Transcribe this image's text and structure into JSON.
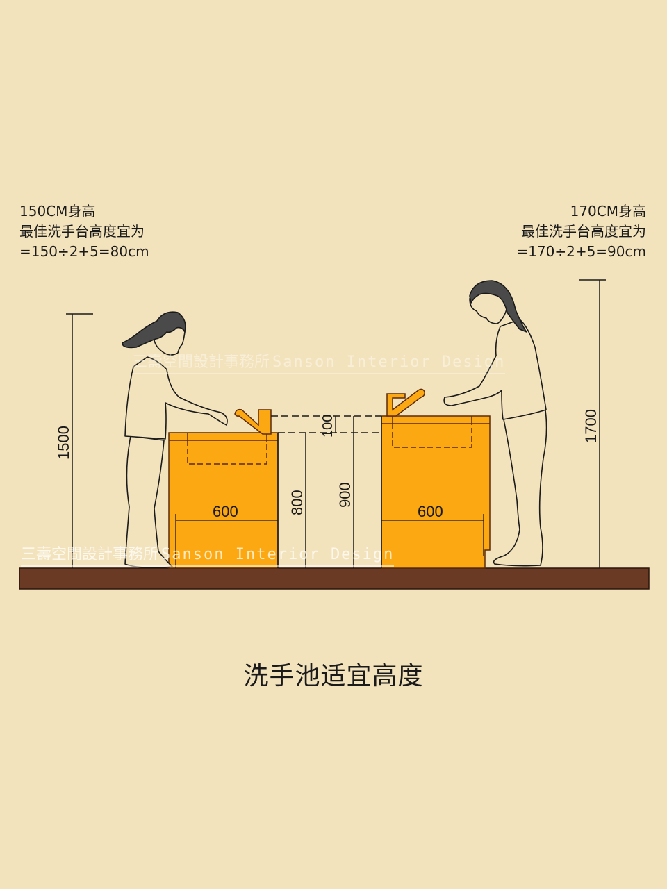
{
  "notes": {
    "left": {
      "line1": "150CM身高",
      "line2": "最佳洗手台高度宜为",
      "line3": "=150÷2+5=80cm"
    },
    "right": {
      "line1": "170CM身高",
      "line2": "最佳洗手台高度宜为",
      "line3": "=170÷2+5=90cm"
    }
  },
  "dimensions": {
    "person_left_height": "1500",
    "person_right_height": "1700",
    "basin_left_height": "800",
    "basin_right_height": "900",
    "height_difference": "100",
    "cabinet_left_width": "600",
    "cabinet_right_width": "600"
  },
  "watermark": {
    "cn": "三壽空間設計事務所",
    "en": "Sanson Interior Design"
  },
  "title": "洗手池适宜高度",
  "colors": {
    "background": "#f3e3bd",
    "cabinet": "#fca812",
    "floor": "#6b3a24",
    "line": "#1a1a1a",
    "hair": "#4a4a4a"
  }
}
